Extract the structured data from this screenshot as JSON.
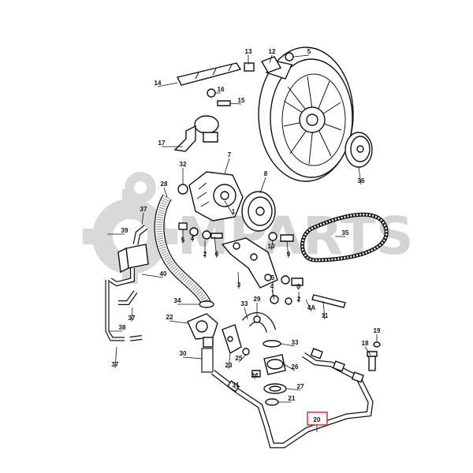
{
  "watermark": {
    "text": "MPARTS",
    "color": "#d4d4d4"
  },
  "highlight": {
    "label": "20",
    "color": "#e03030"
  },
  "callouts": [
    "1",
    "2",
    "2",
    "3",
    "3",
    "4",
    "4",
    "4A",
    "5",
    "5",
    "5",
    "6",
    "7",
    "8",
    "9",
    "10",
    "11",
    "12",
    "13",
    "14",
    "15",
    "16",
    "17",
    "18",
    "19",
    "21",
    "22",
    "23",
    "24",
    "25",
    "26",
    "27",
    "28",
    "29",
    "30",
    "31",
    "32",
    "33",
    "33",
    "34",
    "35",
    "36",
    "37",
    "37",
    "37",
    "38",
    "39",
    "40"
  ]
}
